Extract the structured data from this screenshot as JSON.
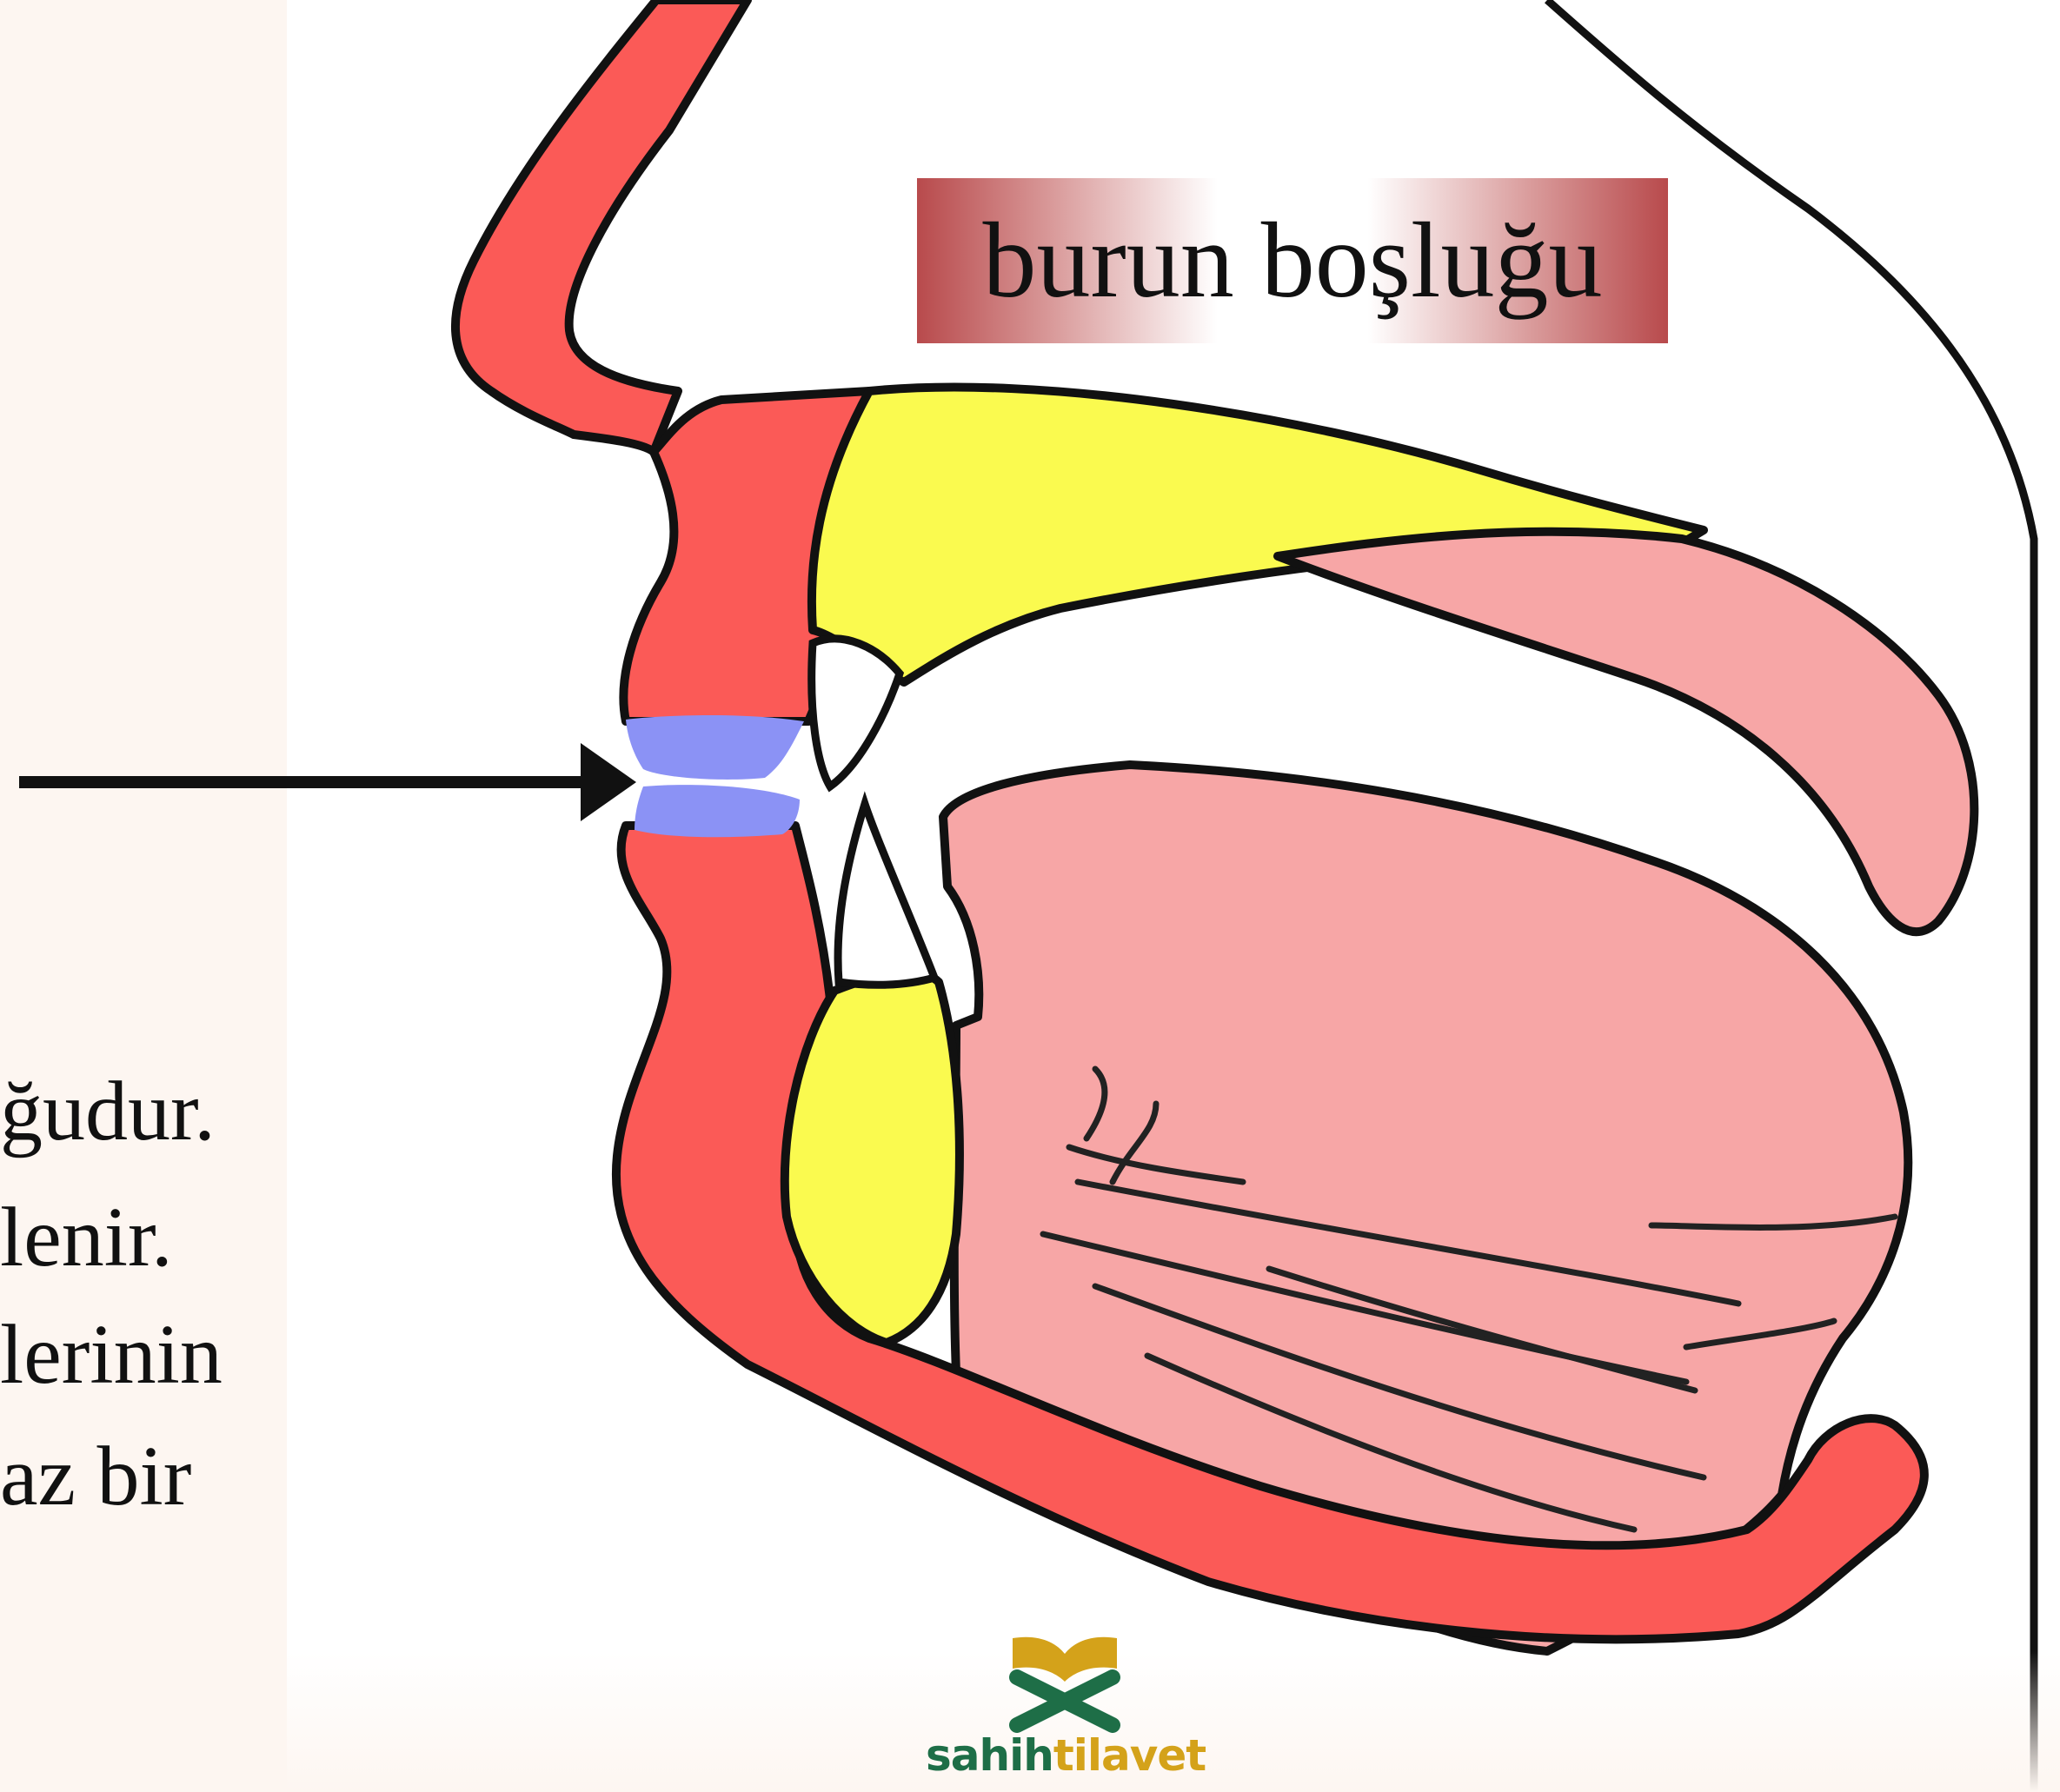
{
  "diagram": {
    "label": "burun boşluğu",
    "side_text_lines": [
      "ğudur.",
      "lenir.",
      "lerinin",
      "az bir"
    ]
  },
  "logo": {
    "part1": "sahih",
    "part2": "tilavet",
    "color_part1": "#1e6e47",
    "color_part2": "#d4a21a"
  },
  "colors": {
    "lip_red": "#fb5a57",
    "tongue_pink": "#f7a6a6",
    "bone_yellow": "#fafa4f",
    "lip_contact_blue": "#8b92f5",
    "label_red": "#b84a4c"
  }
}
